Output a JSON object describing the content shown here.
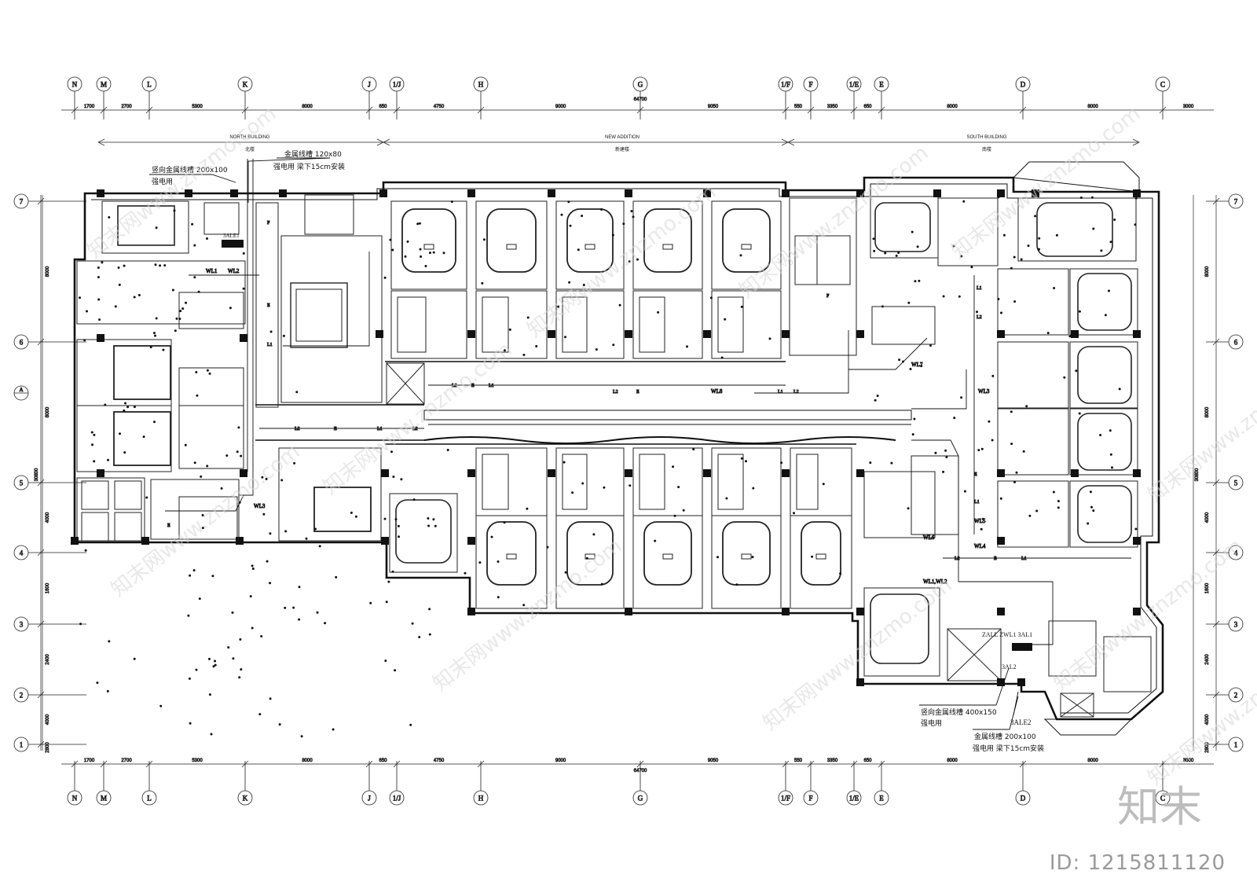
{
  "grid": {
    "columns": [
      "N",
      "M",
      "L",
      "K",
      "J",
      "1/J",
      "H",
      "G",
      "1/F",
      "F",
      "1/E",
      "E",
      "D",
      "C"
    ],
    "rows": [
      "7",
      "6",
      "5",
      "4",
      "3",
      "2",
      "1"
    ],
    "row_mark": "A"
  },
  "dimensions": {
    "top": [
      "1700",
      "2700",
      "5300",
      "8000",
      "650",
      "4750",
      "9000",
      "9050",
      "550",
      "3350",
      "650",
      "8000",
      "8000",
      "3000"
    ],
    "total": "64700",
    "left": [
      "8000",
      "8000",
      "4000",
      "1600",
      "2400",
      "4000",
      "2800"
    ],
    "left_total": "30800",
    "right": [
      "8000",
      "8000",
      "4000",
      "1600",
      "2400",
      "4000",
      "2800"
    ],
    "right_total": "30800"
  },
  "zones": {
    "north_en": "NORTH BUILDING",
    "north_cn": "北楼",
    "new_en": "NEW ADDITION",
    "new_cn": "新建楼",
    "south_en": "SOUTH BUILDING",
    "south_cn": "南楼"
  },
  "notes": {
    "n1_line1": "竖向金属线槽 200x100",
    "n1_line2": "强电用",
    "n2_line1": "金属线槽 120x80",
    "n2_line2": "强电用 梁下15cm安装",
    "n3_line1": "竖向金属线槽 400x150",
    "n3_line2": "强电用",
    "n4": "3ALE2",
    "n5_line1": "金属线槽 200x100",
    "n5_line2": "强电用 梁下15cm安装"
  },
  "tags": {
    "panel_n": "3ALE1",
    "panel_s": "ZALL ZWL1 3AL1",
    "panel_s2": "3AL2",
    "wl": [
      "WL1",
      "WL2",
      "WL3",
      "WL8",
      "WL7",
      "WL3",
      "WL5",
      "WL4",
      "WL6",
      "WL1,WL2"
    ],
    "circuits": [
      "L1",
      "L2",
      "E",
      "F"
    ]
  },
  "watermark": {
    "text": "知末网www.znzmo.com",
    "brand": "知末",
    "id": "ID: 1215811120"
  }
}
